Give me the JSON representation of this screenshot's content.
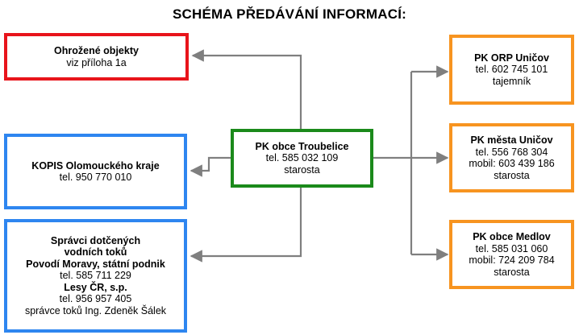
{
  "title": "SCHÉMA PŘEDÁVÁNÍ INFORMACÍ:",
  "colors": {
    "red": "#e8141b",
    "blue": "#2e86f0",
    "green": "#1b8a1b",
    "orange": "#f79420",
    "connector": "#7f7f7f"
  },
  "center": {
    "line1": "PK obce Troubelice",
    "line2": "tel. 585 032 109",
    "line3": "starosta"
  },
  "left": {
    "endangered": {
      "line1": "Ohrožené objekty",
      "line2": "viz příloha 1a"
    },
    "kopis": {
      "line1": "KOPIS Olomouckého kraje",
      "line2": "tel. 950 770 010"
    },
    "managers": {
      "line1": "Správci dotčených",
      "line2": "vodních toků",
      "line3": "Povodí Moravy, státní podnik",
      "line4": "tel. 585 711 229",
      "line5": "Lesy ČR, s.p.",
      "line6": "tel. 956 957 405",
      "line7": "správce toků Ing. Zdeněk Šálek"
    }
  },
  "right": {
    "orp": {
      "line1": "PK ORP Uničov",
      "line2": "tel. 602 745 101",
      "line3": "tajemník"
    },
    "town": {
      "line1": "PK města Uničov",
      "line2": "tel. 556 768 304",
      "line3": "mobil: 603 439 186",
      "line4": "starosta"
    },
    "medlov": {
      "line1": "PK obce Medlov",
      "line2": "tel. 585 031 060",
      "line3": "mobil: 724 209 784",
      "line4": "starosta"
    }
  }
}
